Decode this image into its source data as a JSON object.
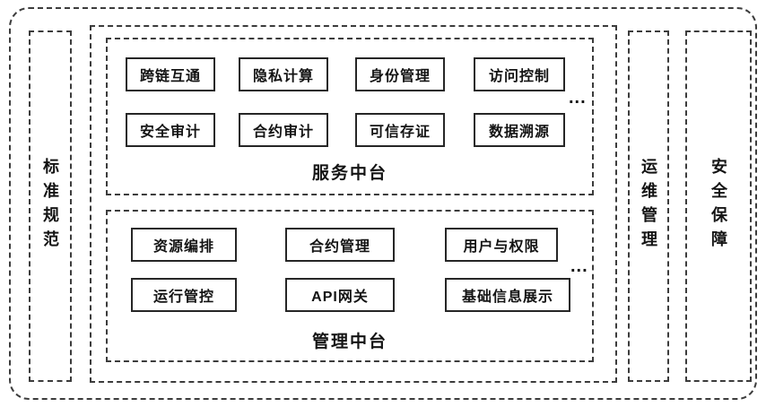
{
  "diagram": {
    "pillars": {
      "standards": "标准规范",
      "operations": "运维管理",
      "security": "安全保障"
    },
    "service_platform": {
      "title": "服务中台",
      "ellipsis": "...",
      "boxes": {
        "cross_chain": "跨链互通",
        "privacy_computing": "隐私计算",
        "identity_management": "身份管理",
        "access_control": "访问控制",
        "security_audit": "安全审计",
        "contract_audit": "合约审计",
        "trusted_evidence": "可信存证",
        "data_traceability": "数据溯源"
      }
    },
    "management_platform": {
      "title": "管理中台",
      "ellipsis": "...",
      "boxes": {
        "resource_orchestration": "资源编排",
        "contract_management": "合约管理",
        "user_permissions": "用户与权限",
        "operation_control": "运行管控",
        "api_gateway": "API网关",
        "basic_info_display": "基础信息展示"
      }
    }
  }
}
